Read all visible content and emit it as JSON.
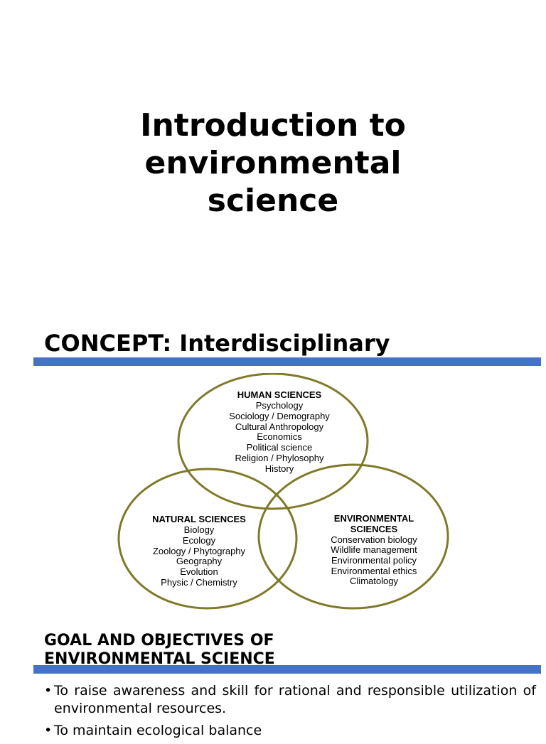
{
  "title_slide": {
    "title_lines": [
      "Introduction to",
      "environmental",
      "science"
    ]
  },
  "concept_slide": {
    "heading": "CONCEPT: Interdisciplinary",
    "venn": {
      "circle_color": "#7f7a2a",
      "rule_color": "#4472c4",
      "human": {
        "heading": "HUMAN SCIENCES",
        "items": [
          "Psychology",
          "Sociology / Demography",
          "Cultural Anthropology",
          "Economics",
          "Political science",
          "Religion / Phylosophy",
          "History"
        ]
      },
      "natural": {
        "heading": "NATURAL SCIENCES",
        "items": [
          "Biology",
          "Ecology",
          "Zoology / Phytography",
          "Geography",
          "Evolution",
          "Physic / Chemistry"
        ]
      },
      "environmental": {
        "heading_lines": [
          "ENVIRONMENTAL",
          "SCIENCES"
        ],
        "items": [
          "Conservation biology",
          "Wildlife management",
          "Environmental policy",
          "Environmental ethics",
          "Climatology"
        ]
      }
    }
  },
  "goals_slide": {
    "heading_lines": [
      "GOAL AND OBJECTIVES OF",
      "ENVIRONMENTAL SCIENCE"
    ],
    "bullets": [
      "To raise awareness and skill for rational and responsible utilization of environmental resources.",
      "To maintain ecological balance"
    ]
  }
}
